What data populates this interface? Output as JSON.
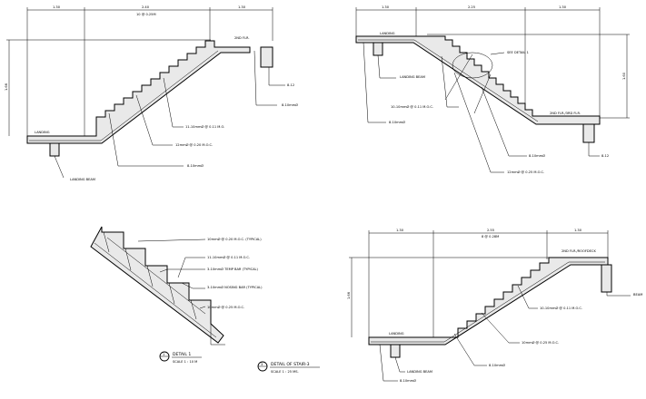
{
  "drawing_1": {
    "dims_top": [
      "1.30",
      "2.40",
      "1.30"
    ],
    "dims_sub": "10 @ 0.25M",
    "dim_left": "1.66",
    "landing": "LANDING",
    "landing_beam": "LANDING BEAM",
    "floor_top": "2ND FLR.",
    "callouts": [
      "8-12",
      "8-10mmØ",
      "11-10mmØ @ 0.11 M.O.",
      "12mmØ @ 0.20 M.O.C.",
      "8-10mmØ"
    ]
  },
  "drawing_2": {
    "dims_top": [
      "1.30",
      "2.25",
      "1.30"
    ],
    "dim_right": "1.60",
    "landing": "LANDING",
    "landing_beam": "LANDING BEAM",
    "floor_top": "2ND FLR./3RD FLR.",
    "callouts": [
      "SEE DETAIL 1",
      "10-10mmØ @ 0.11 M.O.C.",
      "8-10mmØ",
      "8-12",
      "8-10mmØ",
      "12mmØ @ 0.25 M.O.C."
    ]
  },
  "detail_1": {
    "callouts": [
      "10mmØ @ 0.20 M.O.C. (TYPICAL)",
      "11-10mmØ @ 0.11 M.O.C.",
      "3-10mmØ TEMP BAR (TYPICAL)",
      "3-10mmØ NOSING BAR (TYPICAL)",
      "10mmØ @ 0.25 M.O.C."
    ],
    "title": "DETAIL 1",
    "scale": "SCALE 1 : 10 M",
    "marker": "1"
  },
  "drawing_3": {
    "dims_top": [
      "1.30",
      "2.55",
      "1.30"
    ],
    "dims_sub": "8 @ 0.28M",
    "dim_left": "1.66",
    "landing": "LANDING",
    "landing_beam": "LANDING BEAM",
    "floor_top": "2ND FLR./ROOFDECK",
    "beam": "BEAM",
    "callouts": [
      "10-10mmØ @ 0.11 M.O.C.",
      "10mmØ @ 0.25 M.O.C.",
      "8-10mmØ",
      "8-10mmØ"
    ],
    "title": "DETAIL OF STAIR-3",
    "scale": "SCALE     1 : 25 MS.",
    "marker": "3"
  }
}
